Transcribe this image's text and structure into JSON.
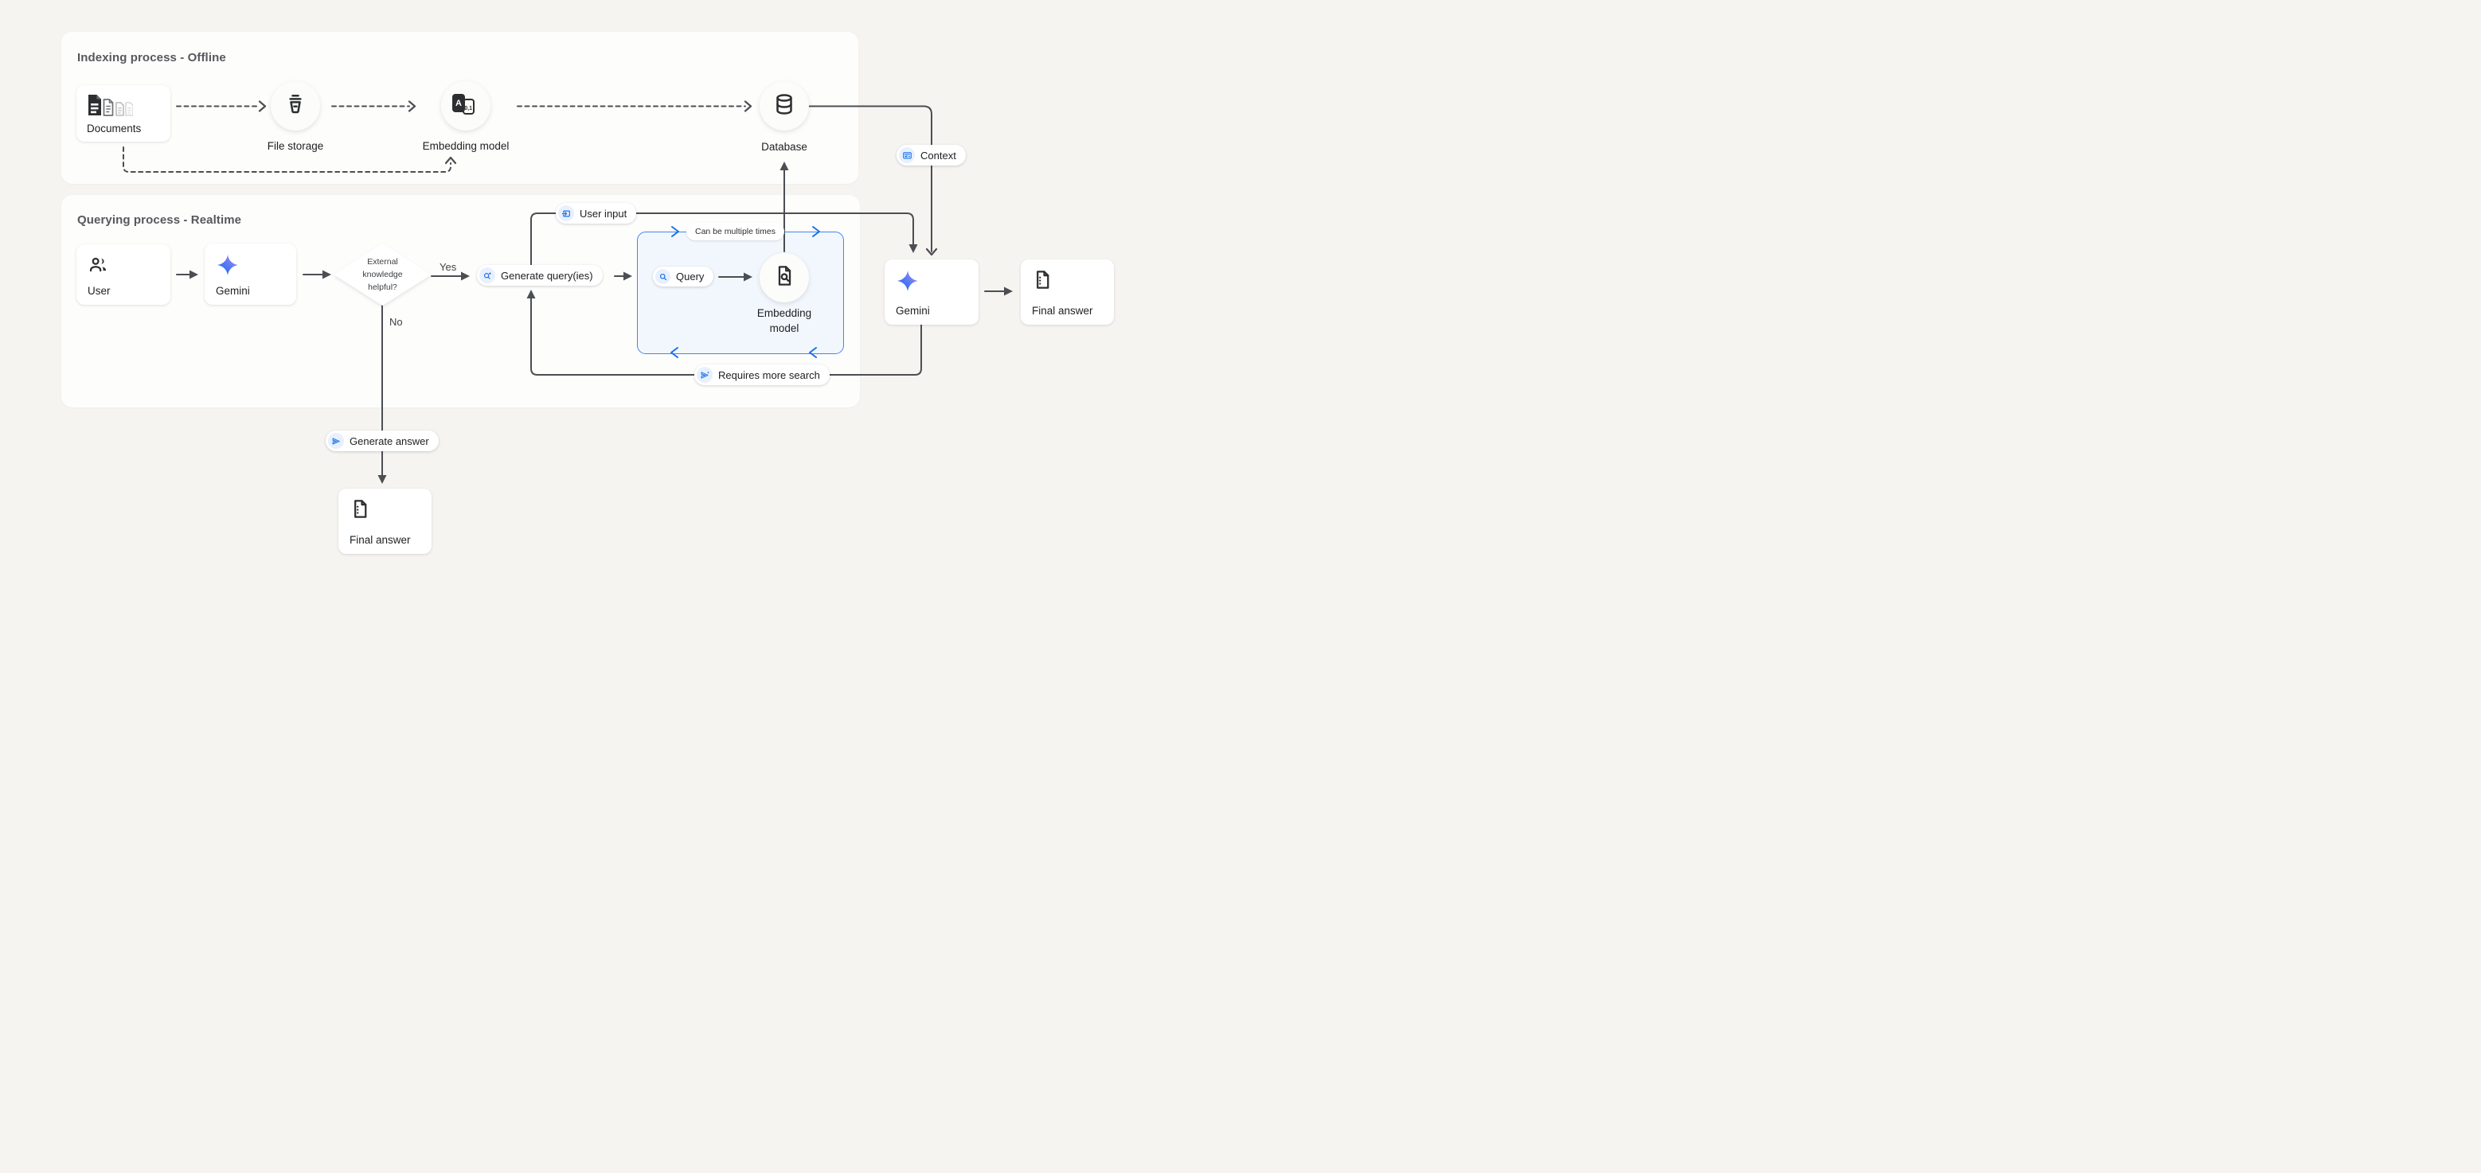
{
  "colors": {
    "accent_blue": "#1a73e8",
    "loop_border": "#4285f4",
    "loop_fill": "#f2f7fd",
    "line": "#4b4e52",
    "canvas_bg": "#f6f4f1",
    "card_bg": "#fdfdfc"
  },
  "sections": {
    "indexing": {
      "title": "Indexing process - Offline"
    },
    "querying": {
      "title": "Querying process - Realtime"
    }
  },
  "nodes": {
    "documents": {
      "label": "Documents"
    },
    "file_storage": {
      "label": "File storage"
    },
    "embedding_model_offline": {
      "label": "Embedding model",
      "badge_letter": "A",
      "badge_number": "0,1"
    },
    "database": {
      "label": "Database"
    },
    "user": {
      "label": "User"
    },
    "gemini_query": {
      "label": "Gemini"
    },
    "decision": {
      "lines": [
        "External",
        "knowledge",
        "helpful?"
      ]
    },
    "generate_queries": {
      "label": "Generate query(ies)"
    },
    "query": {
      "label": "Query"
    },
    "embedding_model_realtime": {
      "lines": [
        "Embedding",
        "model"
      ]
    },
    "gemini_answer": {
      "label": "Gemini"
    },
    "final_answer_right": {
      "label": "Final answer"
    },
    "final_answer_bottom": {
      "label": "Final answer"
    }
  },
  "edge_labels": {
    "yes": "Yes",
    "no": "No",
    "user_input": "User input",
    "context": "Context",
    "can_be_multiple_times": "Can be multiple times",
    "requires_more_search": "Requires more search",
    "generate_answer": "Generate answer"
  }
}
